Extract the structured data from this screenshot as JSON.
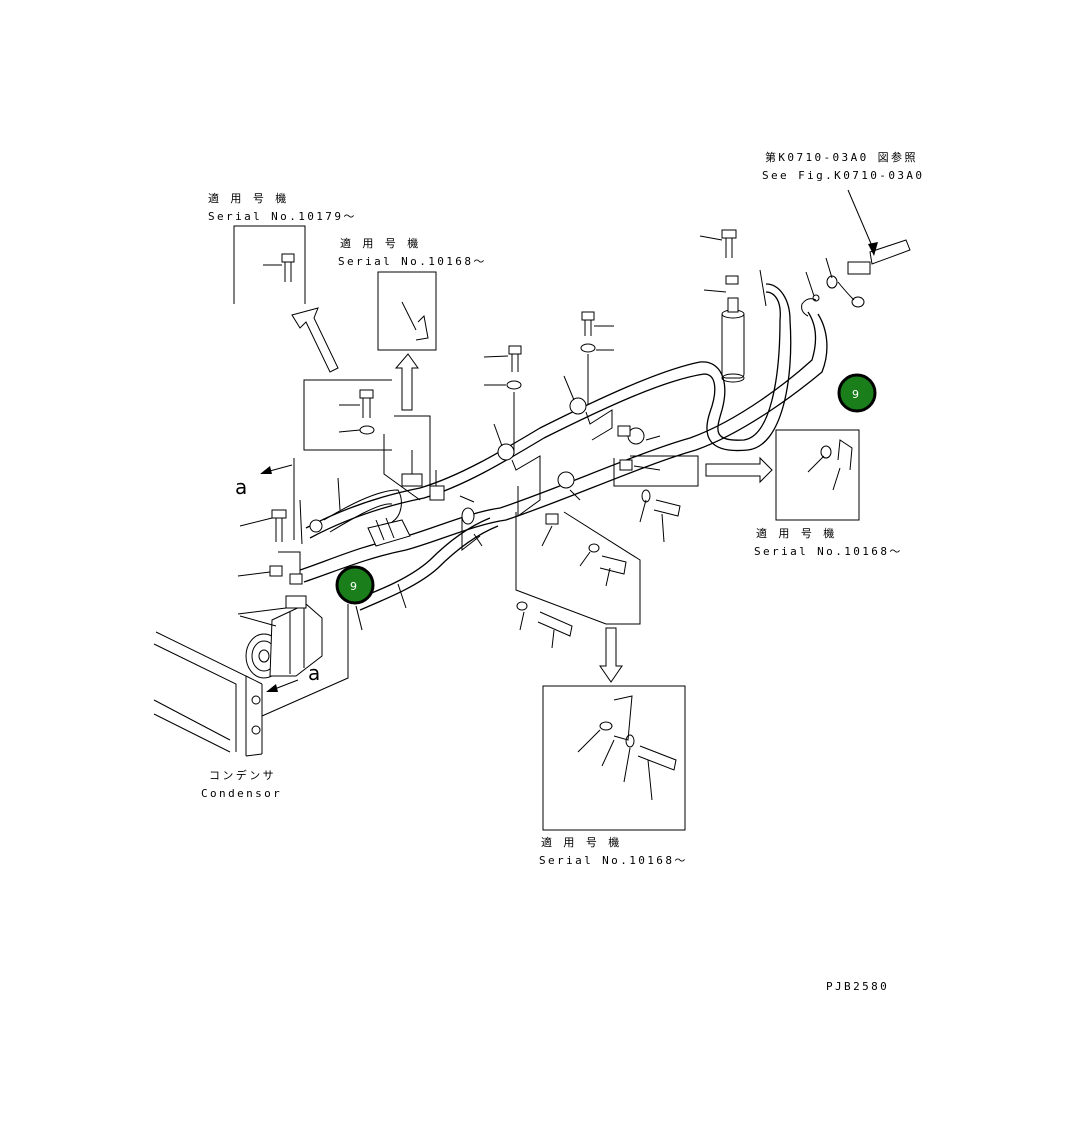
{
  "labels": {
    "serial_heading_1": "適 用 号 機",
    "serial_no_1": "Serial No.10179～",
    "serial_heading_2": "適 用 号 機",
    "serial_no_2": "Serial No.10168～",
    "ref_jp": "第K0710-03A0 図参照",
    "ref_en": "See Fig.K0710-03A0",
    "serial_heading_3": "適 用 号 機",
    "serial_no_3": "Serial No.10168～",
    "serial_heading_4": "適 用 号 機",
    "serial_no_4": "Serial No.10168～",
    "condenser_jp": "コンデンサ",
    "condenser_en": "Condensor",
    "view_a_top": "a",
    "view_a_bottom": "a",
    "drawing_code": "PJB2580"
  },
  "callouts": [
    {
      "id": "left",
      "text": "9"
    },
    {
      "id": "right",
      "text": "9"
    }
  ],
  "colors": {
    "callout_fill": "#1a7f1a",
    "callout_ring": "#000000",
    "line": "#000000"
  }
}
